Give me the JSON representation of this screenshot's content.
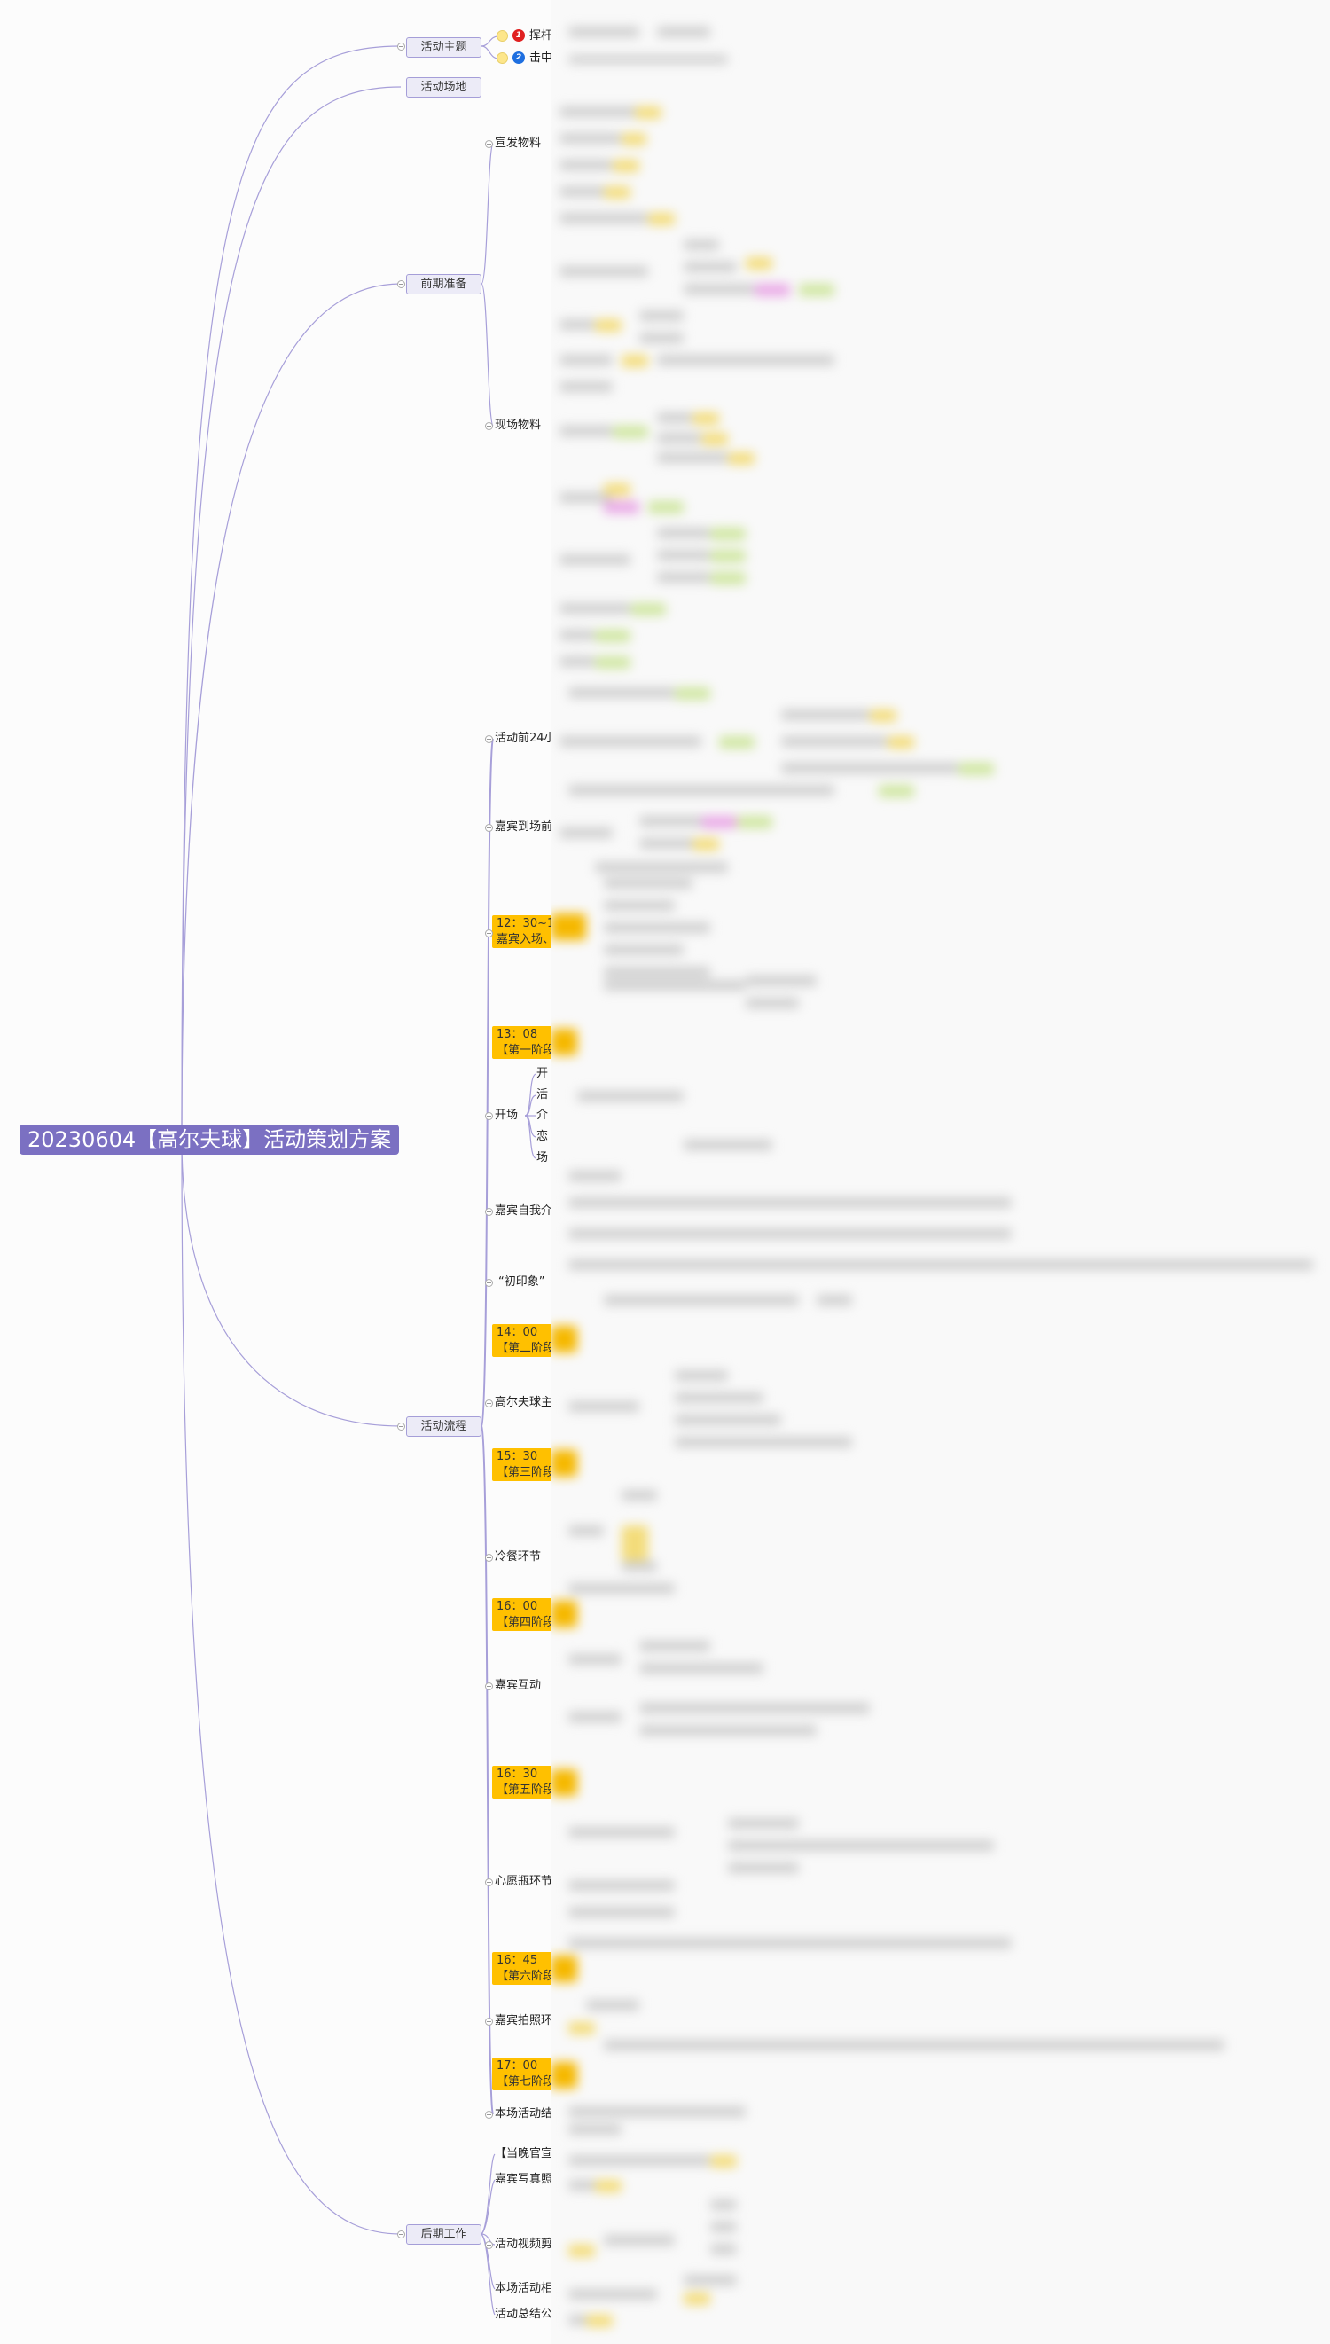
{
  "root": "20230604【高尔夫球】活动策划方案",
  "theme": {
    "label": "活动主题",
    "items": [
      {
        "badge": "1",
        "text": "挥杆"
      },
      {
        "badge": "2",
        "text": "击中"
      }
    ]
  },
  "venue": {
    "label": "活动场地"
  },
  "prep": {
    "label": "前期准备",
    "children": [
      "宣发物料",
      "现场物料"
    ]
  },
  "flow": {
    "label": "活动流程",
    "pre24": "活动前24小",
    "before_arrival": "嘉宾到场前",
    "stage0": {
      "time": "12：30~1",
      "title": "嘉宾入场、"
    },
    "stage1": {
      "time": "13：08",
      "title": "【第一阶段"
    },
    "opening": {
      "label": "开场",
      "children": [
        "开",
        "活",
        "介",
        "恋",
        "场"
      ]
    },
    "self_intro": "嘉宾自我介",
    "first_impression": "“初印象”",
    "stage2": {
      "time": "14：00",
      "title": "【第二阶段"
    },
    "golf": "高尔夫球主",
    "stage3": {
      "time": "15：30",
      "title": "【第三阶段"
    },
    "buffet": "冷餐环节",
    "stage4": {
      "time": "16：00",
      "title": "【第四阶段"
    },
    "interaction": "嘉宾互动",
    "stage5": {
      "time": "16：30",
      "title": "【第五阶段"
    },
    "wish_bottle": "心愿瓶环节",
    "stage6": {
      "time": "16：45",
      "title": "【第六阶段"
    },
    "photo": "嘉宾拍照环",
    "stage7": {
      "time": "17：00",
      "title": "【第七阶段"
    },
    "ending": "本场活动结"
  },
  "post": {
    "label": "后期工作",
    "children": [
      "【当晚官宣",
      "嘉宾写真照",
      "活动视频剪",
      "本场活动相",
      "活动总结公"
    ]
  }
}
